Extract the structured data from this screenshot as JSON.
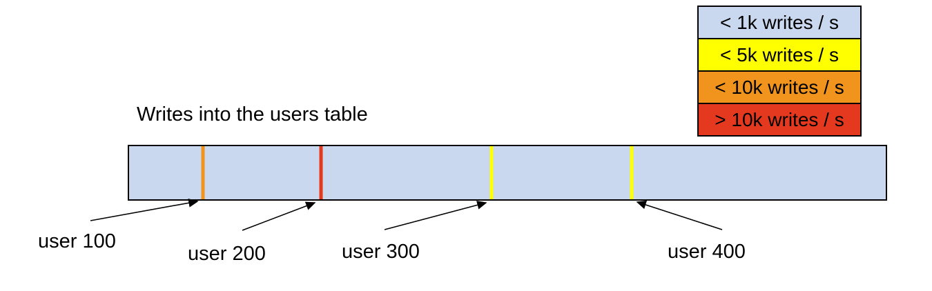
{
  "title": "Writes into the users table",
  "legend": {
    "items": [
      {
        "label": "< 1k writes / s",
        "color": "#c9d8ef"
      },
      {
        "label": "< 5k writes / s",
        "color": "#ffff00"
      },
      {
        "label": "< 10k writes / s",
        "color": "#f0941e"
      },
      {
        "label": "> 10k writes / s",
        "color": "#e5391f"
      }
    ]
  },
  "diagram": {
    "bar_fill_color": "#c9d8ef",
    "markers": [
      {
        "user": "user 100",
        "color": "#f0941e",
        "position_pct": 9.8
      },
      {
        "user": "user 200",
        "color": "#e5391f",
        "position_pct": 25.4
      },
      {
        "user": "user 300",
        "color": "#ffff00",
        "position_pct": 47.9
      },
      {
        "user": "user 400",
        "color": "#ffff00",
        "position_pct": 66.4
      }
    ]
  }
}
